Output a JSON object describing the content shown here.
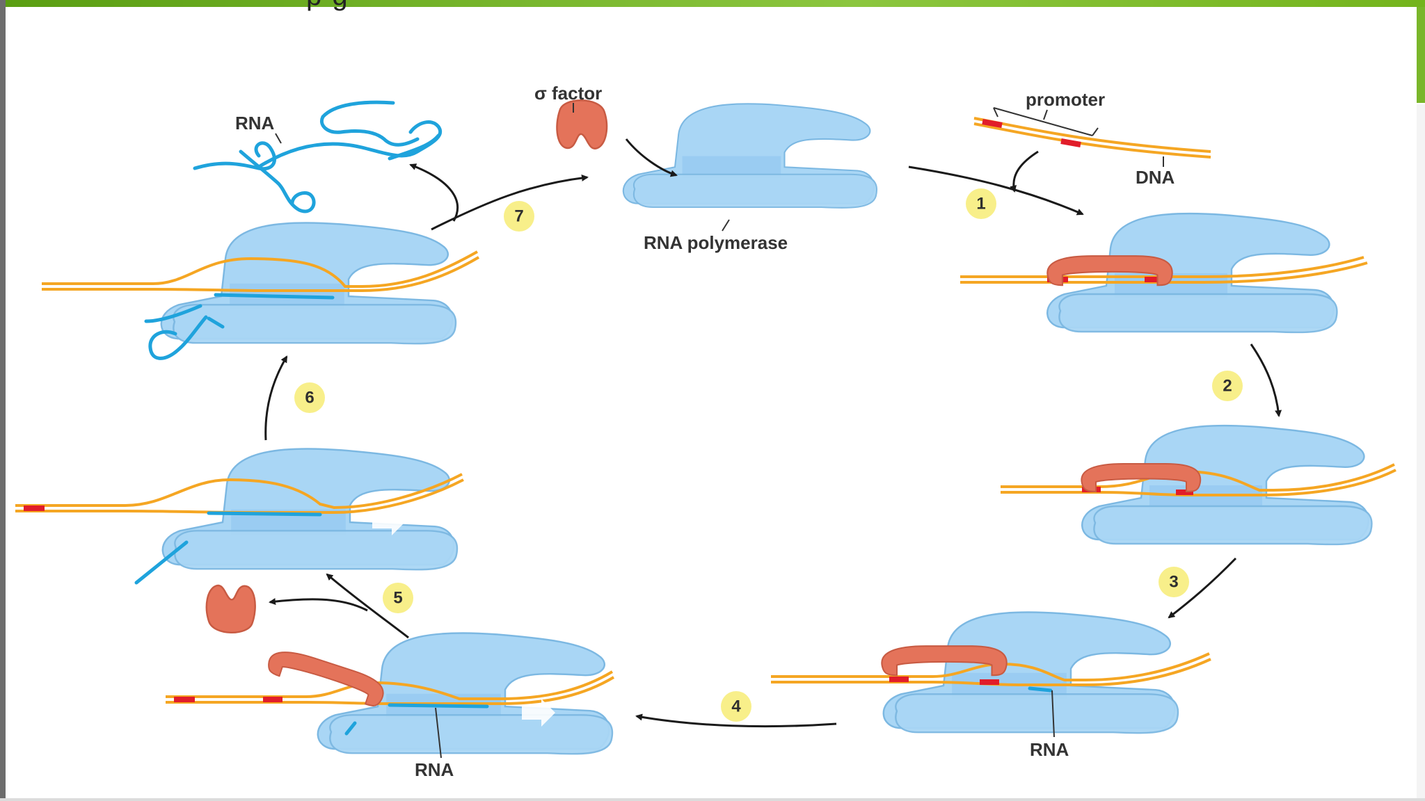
{
  "slide": {
    "title_fragment": "p    g"
  },
  "colors": {
    "polymerase": "#a9d6f5",
    "dna": "#f5a623",
    "promoter_mark": "#e11d2a",
    "sigma_factor": "#e4735a",
    "rna": "#1fa3dc",
    "step_badge": "#f8ef8a",
    "accent_bar": "#7ab62a"
  },
  "labels": {
    "sigma_factor": "σ factor",
    "promoter": "promoter",
    "dna": "DNA",
    "rna_polymerase": "RNA polymerase",
    "rna_top_left": "RNA",
    "rna_bottom_right": "RNA",
    "rna_bottom_left": "RNA"
  },
  "steps": [
    "1",
    "2",
    "3",
    "4",
    "5",
    "6",
    "7"
  ]
}
